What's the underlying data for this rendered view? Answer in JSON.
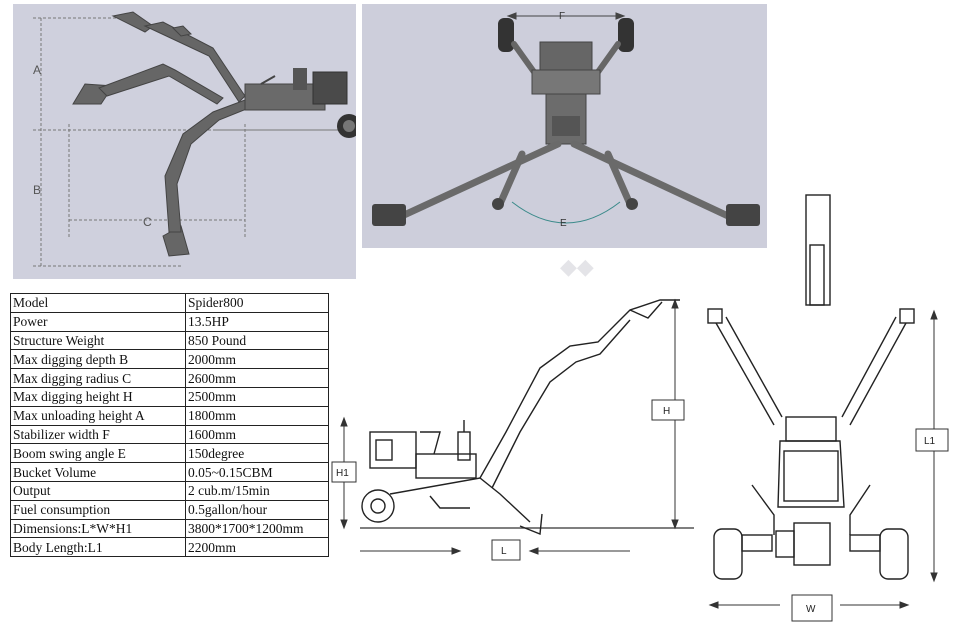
{
  "dimension_labels": {
    "a": "A",
    "b": "B",
    "c": "C",
    "e": "E",
    "f": "F",
    "h": "H",
    "h1": "H1",
    "l": "L",
    "l1": "L1",
    "w": "W"
  },
  "specs": [
    {
      "label": "Model",
      "value": "Spider800"
    },
    {
      "label": "Power",
      "value": "13.5HP"
    },
    {
      "label": "Structure Weight",
      "value": "850 Pound"
    },
    {
      "label": "Max digging depth B",
      "value": "2000mm"
    },
    {
      "label": "Max digging radius C",
      "value": "2600mm"
    },
    {
      "label": "Max digging height H",
      "value": "2500mm"
    },
    {
      "label": "Max unloading height A",
      "value": "1800mm"
    },
    {
      "label": "Stabilizer width F",
      "value": "1600mm"
    },
    {
      "label": "Boom swing angle E",
      "value": "150degree"
    },
    {
      "label": "Bucket Volume",
      "value": "0.05~0.15CBM"
    },
    {
      "label": "Output",
      "value": "2 cub.m/15min"
    },
    {
      "label": "Fuel consumption",
      "value": "0.5gallon/hour"
    },
    {
      "label": "Dimensions:L*W*H1",
      "value": "3800*1700*1200mm"
    },
    {
      "label": "Body Length:L1",
      "value": "2200mm"
    }
  ],
  "colors": {
    "panel_bg": "#cfd0dd",
    "machine": "#555555",
    "line": "#333333"
  }
}
